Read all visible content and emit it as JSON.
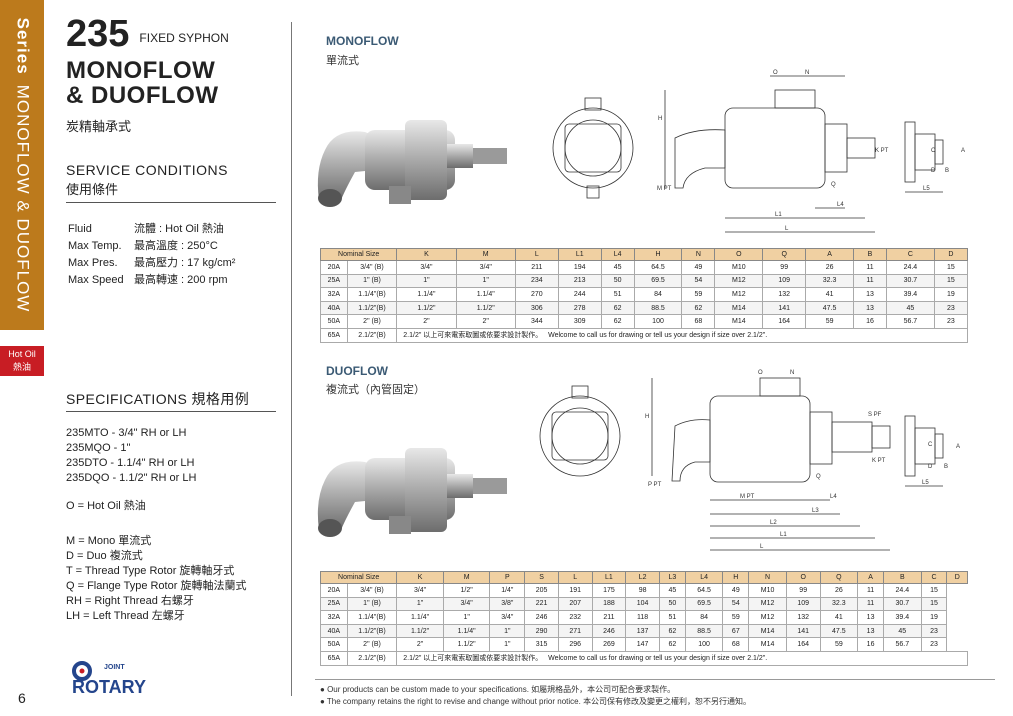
{
  "side": {
    "series": "Series",
    "name": "MONOFLOW & DUOFLOW",
    "hot_en": "Hot Oil",
    "hot_cn": "熱油",
    "page": "6"
  },
  "title": {
    "num": "235",
    "fixed": "FIXED SYPHON",
    "line1": "MONOFLOW",
    "line2": "& DUOFLOW",
    "cn": "炭精軸承式"
  },
  "service": {
    "en": "SERVICE CONDITIONS",
    "cn": "使用條件",
    "rows": [
      [
        "Fluid",
        "流體 : Hot Oil 熱油"
      ],
      [
        "Max Temp.",
        "最高溫度 : 250°C"
      ],
      [
        "Max Pres.",
        "最高壓力 : 17 kg/cm²"
      ],
      [
        "Max Speed",
        "最高轉速 : 200 rpm"
      ]
    ]
  },
  "spec": {
    "title": "SPECIFICATIONS 規格用例",
    "models": [
      "235MTO - 3/4\" RH or LH",
      "235MQO - 1\"",
      "235DTO - 1.1/4\" RH or LH",
      "235DQO - 1.1/2\" RH or LH"
    ],
    "hot": "O = Hot Oil 熱油",
    "codes": [
      "M = Mono 單流式",
      "D = Duo 複流式",
      "T = Thread Type Rotor 旋轉軸牙式",
      "Q = Flange Type Rotor 旋轉軸法蘭式",
      "RH = Right Thread 右螺牙",
      "LH = Left Thread 左螺牙"
    ]
  },
  "logo": {
    "top": "JOINT",
    "main": "ROTARY"
  },
  "mono": {
    "title": "MONOFLOW",
    "cn": "單流式",
    "headers": [
      "Nominal Size",
      "K",
      "M",
      "L",
      "L1",
      "L4",
      "H",
      "N",
      "O",
      "Q",
      "A",
      "B",
      "C",
      "D"
    ],
    "rows": [
      [
        "20A",
        "3/4\" (B)",
        "3/4\"",
        "3/4\"",
        "211",
        "194",
        "45",
        "64.5",
        "49",
        "M10",
        "99",
        "26",
        "11",
        "24.4",
        "15"
      ],
      [
        "25A",
        "1\" (B)",
        "1\"",
        "1\"",
        "234",
        "213",
        "50",
        "69.5",
        "54",
        "M12",
        "109",
        "32.3",
        "11",
        "30.7",
        "15"
      ],
      [
        "32A",
        "1.1/4\"(B)",
        "1.1/4\"",
        "1.1/4\"",
        "270",
        "244",
        "51",
        "84",
        "59",
        "M12",
        "132",
        "41",
        "13",
        "39.4",
        "19"
      ],
      [
        "40A",
        "1.1/2\"(B)",
        "1.1/2\"",
        "1.1/2\"",
        "306",
        "278",
        "62",
        "88.5",
        "62",
        "M14",
        "141",
        "47.5",
        "13",
        "45",
        "23"
      ],
      [
        "50A",
        "2\" (B)",
        "2\"",
        "2\"",
        "344",
        "309",
        "62",
        "100",
        "68",
        "M14",
        "164",
        "59",
        "16",
        "56.7",
        "23"
      ]
    ],
    "last": [
      "65A",
      "2.1/2\"(B)",
      "2.1/2\" 以上可來電索取圖或依要求設計製作。",
      "Welcome to call us for drawing or tell us your design if size over 2.1/2\"."
    ],
    "labels": {
      "O": "O",
      "N": "N",
      "H": "H",
      "A": "A",
      "B": "B",
      "C": "C",
      "D": "D",
      "Q": "Q",
      "L": "L",
      "L1": "L1",
      "L4": "L4",
      "L5": "L5",
      "MPT": "M PT",
      "KPT": "K PT"
    }
  },
  "duo": {
    "title": "DUOFLOW",
    "cn": "複流式（內管固定）",
    "headers": [
      "Nominal Size",
      "K",
      "M",
      "P",
      "S",
      "L",
      "L1",
      "L2",
      "L3",
      "L4",
      "H",
      "N",
      "O",
      "Q",
      "A",
      "B",
      "C",
      "D"
    ],
    "rows": [
      [
        "20A",
        "3/4\" (B)",
        "3/4\"",
        "1/2\"",
        "1/4\"",
        "205",
        "191",
        "175",
        "98",
        "45",
        "64.5",
        "49",
        "M10",
        "99",
        "26",
        "11",
        "24.4",
        "15"
      ],
      [
        "25A",
        "1\" (B)",
        "1\"",
        "3/4\"",
        "3/8\"",
        "221",
        "207",
        "188",
        "104",
        "50",
        "69.5",
        "54",
        "M12",
        "109",
        "32.3",
        "11",
        "30.7",
        "15"
      ],
      [
        "32A",
        "1.1/4\"(B)",
        "1.1/4\"",
        "1\"",
        "3/4\"",
        "246",
        "232",
        "211",
        "118",
        "51",
        "84",
        "59",
        "M12",
        "132",
        "41",
        "13",
        "39.4",
        "19"
      ],
      [
        "40A",
        "1.1/2\"(B)",
        "1.1/2\"",
        "1.1/4\"",
        "1\"",
        "290",
        "271",
        "246",
        "137",
        "62",
        "88.5",
        "67",
        "M14",
        "141",
        "47.5",
        "13",
        "45",
        "23"
      ],
      [
        "50A",
        "2\" (B)",
        "2\"",
        "1.1/2\"",
        "1\"",
        "315",
        "296",
        "269",
        "147",
        "62",
        "100",
        "68",
        "M14",
        "164",
        "59",
        "16",
        "56.7",
        "23"
      ]
    ],
    "last": [
      "65A",
      "2.1/2\"(B)",
      "2.1/2\" 以上可來電索取圖或依要求設計製作。",
      "Welcome to call us for drawing or tell us your design if size over 2.1/2\"."
    ],
    "labels": {
      "O": "O",
      "N": "N",
      "H": "H",
      "A": "A",
      "B": "B",
      "C": "C",
      "D": "D",
      "Q": "Q",
      "L": "L",
      "L1": "L1",
      "L2": "L2",
      "L3": "L3",
      "L4": "L4",
      "L5": "L5",
      "MPT": "M PT",
      "KPT": "K PT",
      "PPT": "P PT",
      "SPF": "S PF"
    }
  },
  "footer": [
    "Our products can be custom made to your specifications. 如屬規格品外，本公司可配合要求製作。",
    "The company retains the right to revise and change without prior notice. 本公司保有修改及變更之權利，恕不另行通知。"
  ]
}
